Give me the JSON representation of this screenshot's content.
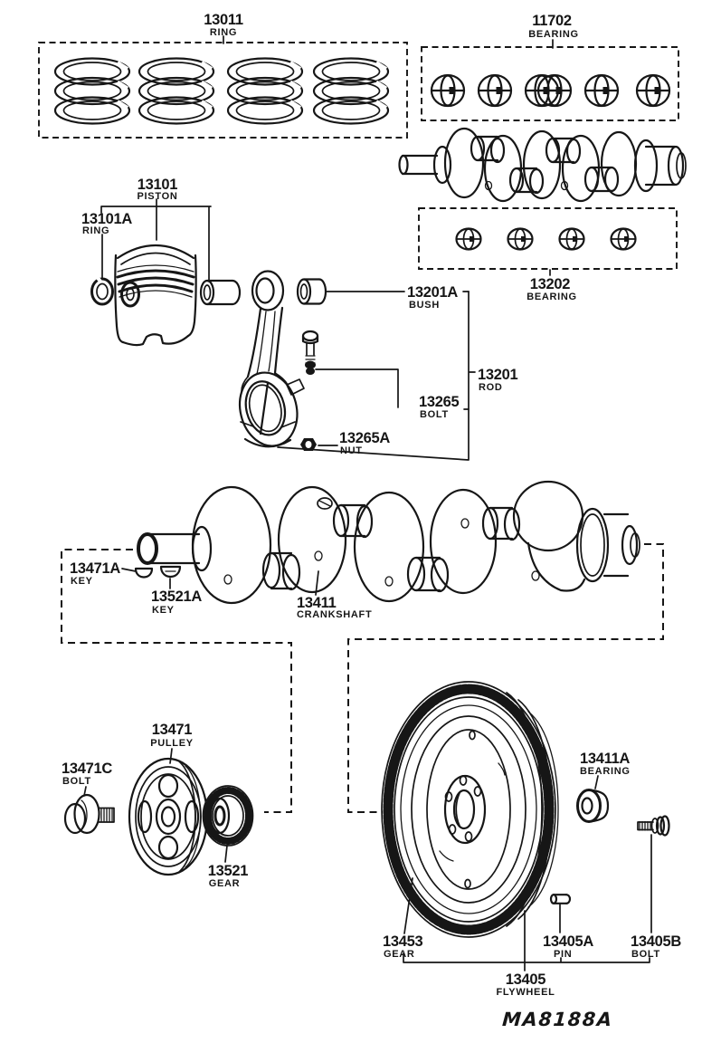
{
  "diagram": {
    "code": "MA8188A",
    "ink_color": "#161616",
    "paper_color": "#ffffff",
    "parts": {
      "ring_set": {
        "number": "13011",
        "name": "RING"
      },
      "main_bearing": {
        "number": "11702",
        "name": "BEARING"
      },
      "rod_bearing": {
        "number": "13202",
        "name": "BEARING"
      },
      "piston": {
        "number": "13101",
        "name": "PISTON"
      },
      "piston_ring": {
        "number": "13101A",
        "name": "RING"
      },
      "bush": {
        "number": "13201A",
        "name": "BUSH"
      },
      "rod": {
        "number": "13201",
        "name": "ROD"
      },
      "rod_bolt": {
        "number": "13265",
        "name": "BOLT"
      },
      "rod_nut": {
        "number": "13265A",
        "name": "NUT"
      },
      "key_a": {
        "number": "13471A",
        "name": "KEY"
      },
      "key_b": {
        "number": "13521A",
        "name": "KEY"
      },
      "crankshaft": {
        "number": "13411",
        "name": "CRANKSHAFT"
      },
      "pulley": {
        "number": "13471",
        "name": "PULLEY"
      },
      "pulley_bolt": {
        "number": "13471C",
        "name": "BOLT"
      },
      "gear": {
        "number": "13521",
        "name": "GEAR"
      },
      "pilot_bearing": {
        "number": "13411A",
        "name": "BEARING"
      },
      "flywheel_gear": {
        "number": "13453",
        "name": "GEAR"
      },
      "pin": {
        "number": "13405A",
        "name": "PIN"
      },
      "flywheel_bolt": {
        "number": "13405B",
        "name": "BOLT"
      },
      "flywheel": {
        "number": "13405",
        "name": "FLYWHEEL"
      }
    }
  }
}
